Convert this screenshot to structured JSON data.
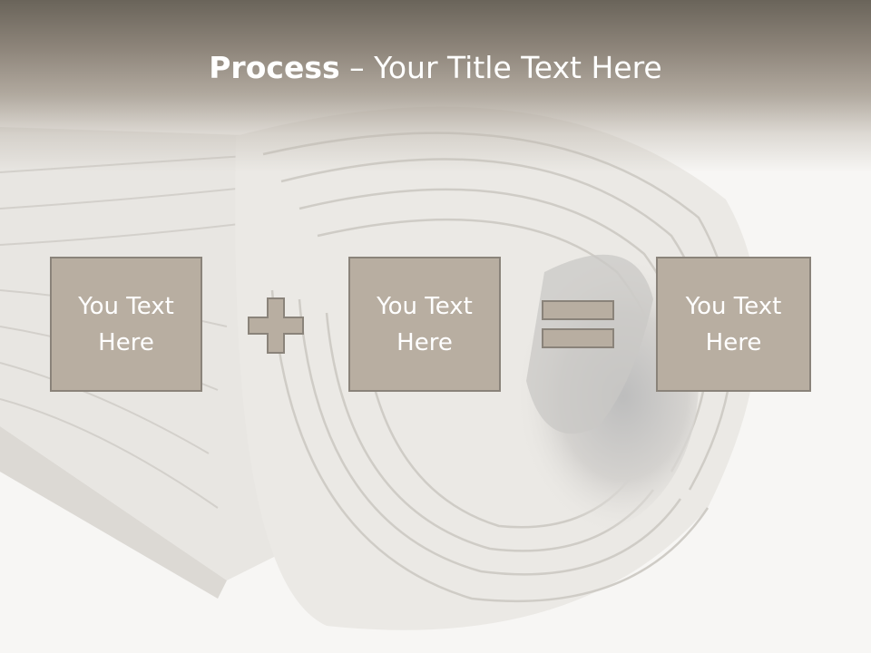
{
  "title": {
    "bold": "Process",
    "rest": " – Your Title Text Here"
  },
  "steps": [
    {
      "text": "You Text\nHere"
    },
    {
      "text": "You Text\nHere"
    },
    {
      "text": "You Text\nHere"
    }
  ],
  "operators": {
    "first": "plus",
    "second": "equals"
  },
  "colors": {
    "box_fill": "#b8aea1",
    "box_border": "#8a837a",
    "operator_fill": "#b8aea1",
    "title_band": "#6a645a",
    "text": "#ffffff"
  }
}
